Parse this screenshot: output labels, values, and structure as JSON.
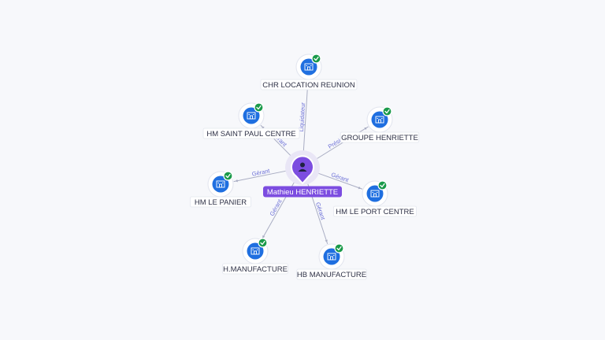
{
  "center": {
    "label": "Mathieu HENRIETTE",
    "icon": "person-icon"
  },
  "colors": {
    "center": "#7c4de0",
    "company_node": "#1f6fe0",
    "verified_badge": "#1a9a4a",
    "edge": "#a9adc3",
    "edge_label": "#6b6fd6"
  },
  "nodes": [
    {
      "id": "chr-location-reunion",
      "label": "CHR LOCATION REUNION",
      "relation": "Liquidateur",
      "icon": "building-icon",
      "verified": true
    },
    {
      "id": "groupe-henriette",
      "label": "GROUPE HENRIETTE",
      "relation": "Président",
      "icon": "building-icon",
      "verified": true
    },
    {
      "id": "hm-le-port-centre",
      "label": "HM LE PORT CENTRE",
      "relation": "Gérant",
      "icon": "building-icon",
      "verified": true
    },
    {
      "id": "hb-manufacture",
      "label": "HB MANUFACTURE",
      "relation": "Gérant",
      "icon": "building-icon",
      "verified": true
    },
    {
      "id": "h-manufacture",
      "label": "H.MANUFACTURE",
      "relation": "Gérant",
      "icon": "building-icon",
      "verified": true
    },
    {
      "id": "hm-le-panier",
      "label": "HM LE PANIER",
      "relation": "Gérant",
      "icon": "building-icon",
      "verified": true
    },
    {
      "id": "hm-saint-paul-centre",
      "label": "HM SAINT PAUL CENTRE",
      "relation": "Gérant",
      "icon": "building-icon",
      "verified": true
    }
  ]
}
